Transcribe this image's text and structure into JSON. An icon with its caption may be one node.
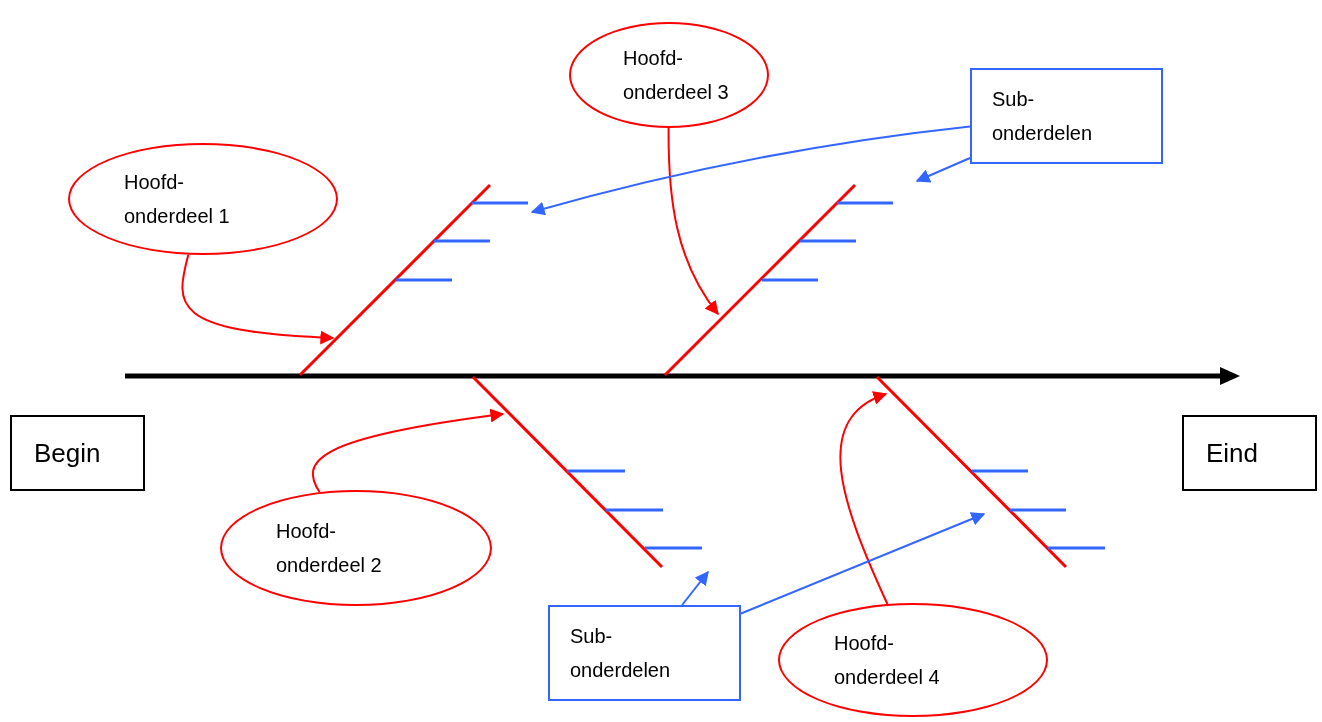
{
  "diagram": {
    "nodes": [
      {
        "text": [
          "Hoofd- onderdeel 3"
        ]
      },
      {
        "text": [
          "Sub- onderdelen"
        ]
      },
      {
        "text": [
          "Hoofd- onderdeel 1"
        ]
      },
      {
        "text": [
          "Begin"
        ]
      },
      {
        "text": [
          "Eind"
        ]
      },
      {
        "text": [
          "Hoofd- onderdeel 2"
        ]
      },
      {
        "text": [
          "Sub- onderdelen"
        ]
      },
      {
        "text": [
          "Hoofd- onderdeel 4"
        ]
      },
      {
        "text": [],
        "shape": "bar"
      },
      {
        "text": [],
        "shape": "bar"
      },
      {
        "text": [],
        "shape": "bar"
      },
      {
        "text": [],
        "shape": "bar"
      }
    ],
    "edges": [
      {
        "from": 2,
        "to": 8,
        "arrow": "to",
        "color": "#ff0000"
      },
      {
        "from": 0,
        "to": 9,
        "arrow": "to",
        "color": "#ff0000"
      },
      {
        "from": 5,
        "to": 10,
        "arrow": "to",
        "color": "#ff0000"
      },
      {
        "from": 7,
        "to": 11,
        "arrow": "to",
        "color": "#ff0000"
      },
      {
        "from": 1,
        "to": 8,
        "arrow": "to",
        "color": "#3366ff"
      },
      {
        "from": 1,
        "to": 9,
        "arrow": "to",
        "color": "#3366ff"
      },
      {
        "from": 6,
        "to": 10,
        "arrow": "to",
        "color": "#3366ff"
      },
      {
        "from": 6,
        "to": 11,
        "arrow": "to",
        "color": "#3366ff"
      }
    ]
  }
}
